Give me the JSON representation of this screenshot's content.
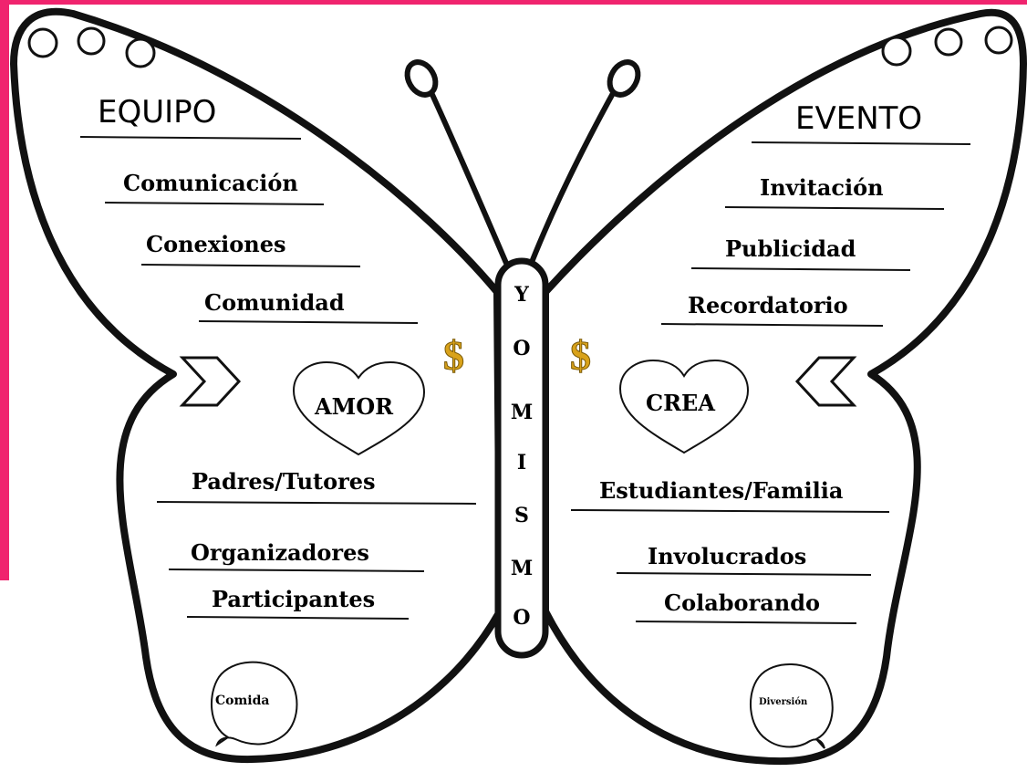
{
  "left_wing": {
    "title": "EQUIPO",
    "items": [
      "Comunicación",
      "Conexiones",
      "Comunidad"
    ],
    "heart": "AMOR",
    "lower_items": [
      "Padres/Tutores",
      "Organizadores",
      "Participantes"
    ],
    "bubble": "Comida"
  },
  "right_wing": {
    "title": "EVENTO",
    "items": [
      "Invitación",
      "Publicidad",
      "Recordatorio"
    ],
    "heart": "CREA",
    "lower_items": [
      "Estudiantes/Familia",
      "Involucrados",
      "Colaborando"
    ],
    "bubble": "Diversión"
  },
  "body_letters": [
    "Y",
    "O",
    "M",
    "I",
    "S",
    "M",
    "O"
  ],
  "symbols": {
    "left": "$",
    "right": "$"
  },
  "colors": {
    "accent_border": "#f0246e",
    "dollar": "#d9a21a",
    "ink": "#111111"
  }
}
